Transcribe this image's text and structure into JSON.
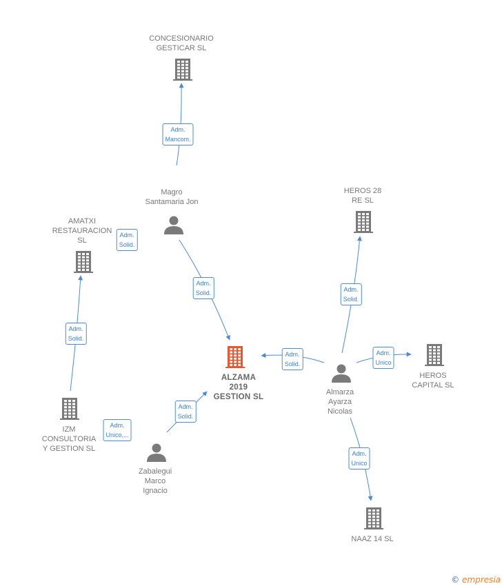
{
  "colors": {
    "edge": "#4a8ad8",
    "company": "#7a7a7a",
    "main_company": "#f0542c",
    "person": "#7a7a7a"
  },
  "nodes": [
    {
      "id": "alzama",
      "type": "company",
      "main": true,
      "label": "ALZAMA\n2019\nGESTION  SL",
      "icon": "building-icon"
    },
    {
      "id": "concesionario",
      "type": "company",
      "label": "CONCESIONARIO\nGESTICAR  SL",
      "icon": "building-icon"
    },
    {
      "id": "amatxi",
      "type": "company",
      "label": "AMATXI\nRESTAURACION\nSL",
      "icon": "building-icon"
    },
    {
      "id": "izm",
      "type": "company",
      "label": "IZM\nCONSULTORIA\nY GESTION  SL",
      "icon": "building-icon"
    },
    {
      "id": "heros28",
      "type": "company",
      "label": "HEROS 28\nRE  SL",
      "icon": "building-icon"
    },
    {
      "id": "heroscapital",
      "type": "company",
      "label": "HEROS\nCAPITAL  SL",
      "icon": "building-icon"
    },
    {
      "id": "naaz",
      "type": "company",
      "label": "NAAZ 14  SL",
      "icon": "building-icon"
    },
    {
      "id": "magro",
      "type": "person",
      "label": "Magro\nSantamaria Jon",
      "icon": "person-icon"
    },
    {
      "id": "zabalegui",
      "type": "person",
      "label": "Zabalegui\nMarco\nIgnacio",
      "icon": "person-icon"
    },
    {
      "id": "almarza",
      "type": "person",
      "label": "Almarza\nAyarza\nNicolas",
      "icon": "person-icon"
    }
  ],
  "edges": [
    {
      "from": "magro",
      "to": "concesionario",
      "label": "Adm.\nMancom."
    },
    {
      "from": "magro",
      "to": "alzama",
      "label": "Adm.\nSolid."
    },
    {
      "from": "izm",
      "to": "amatxi",
      "label": "Adm.\nSolid."
    },
    {
      "from": "zabalegui",
      "to": "alzama",
      "label": "Adm.\nSolid."
    },
    {
      "from": "almarza",
      "to": "alzama",
      "label": "Adm.\nSolid."
    },
    {
      "from": "almarza",
      "to": "heros28",
      "label": "Adm.\nSolid."
    },
    {
      "from": "almarza",
      "to": "heroscapital",
      "label": "Adm.\nUnico"
    },
    {
      "from": "almarza",
      "to": "naaz",
      "label": "Adm.\nUnico"
    }
  ],
  "floating_labels": [
    {
      "label": "Adm.\nSolid."
    },
    {
      "label": "Adm.\nUnico,..."
    }
  ],
  "footer": {
    "copyright": "©",
    "brand": "mpresia",
    "brand_initial": "e"
  }
}
